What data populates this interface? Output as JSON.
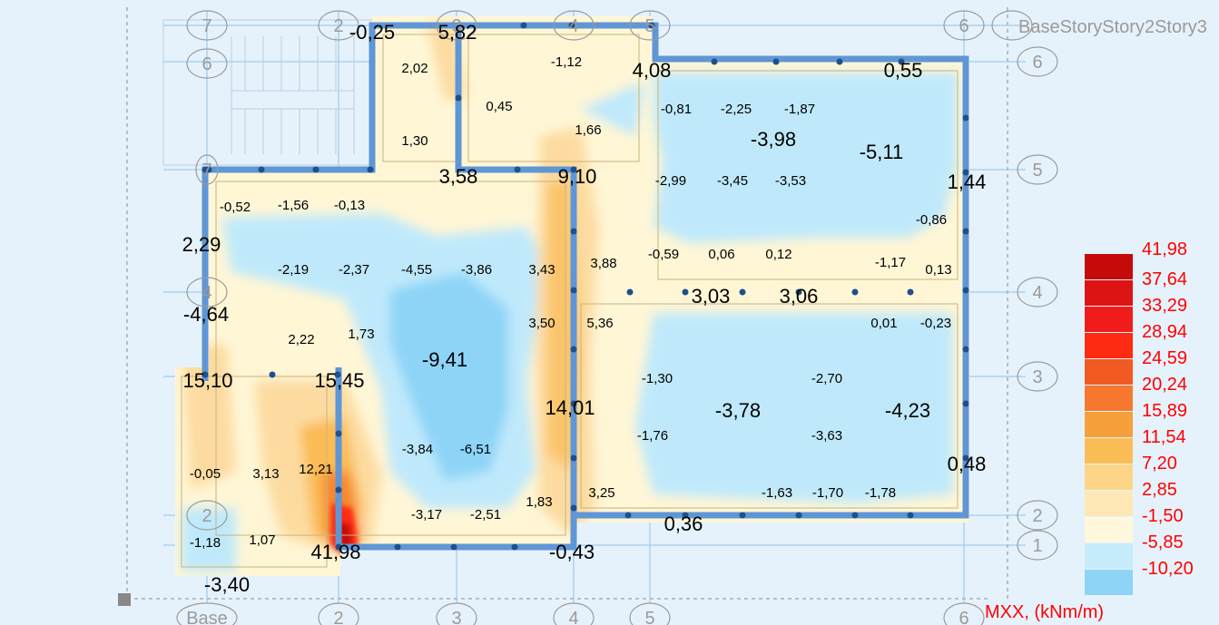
{
  "colors": {
    "background": "#e6f2fb",
    "grid": "#8fc3e8",
    "wall": "#5f96d6",
    "node": "#1f4f8c",
    "label_text": "#000000",
    "highlight_text": "#1a3cff",
    "legend_text": "#ff0000",
    "axis_label": "#9a9a9a"
  },
  "legend": {
    "title": "MXX, (kNm/m)",
    "entries": [
      {
        "value": "41,98",
        "color": "#c50a0a"
      },
      {
        "value": "37,64",
        "color": "#dd1414"
      },
      {
        "value": "33,29",
        "color": "#f01c1c"
      },
      {
        "value": "28,94",
        "color": "#ff2a12"
      },
      {
        "value": "24,59",
        "color": "#f25a24"
      },
      {
        "value": "20,24",
        "color": "#f5782e"
      },
      {
        "value": "15,89",
        "color": "#f6a03c"
      },
      {
        "value": "11,54",
        "color": "#fbbd55"
      },
      {
        "value": "7,20",
        "color": "#fdd587"
      },
      {
        "value": "2,85",
        "color": "#fde8b5"
      },
      {
        "value": "-1,50",
        "color": "#fff8dd"
      },
      {
        "value": "-5,85",
        "color": "#c6ecfb"
      },
      {
        "value": "-10,20",
        "color": "#8dd4f7"
      }
    ]
  },
  "axis_labels": {
    "top": [
      "7",
      "2",
      "3",
      "4",
      "5",
      "6"
    ],
    "top_right": "BaseStoryStory2Story3",
    "left": [
      "6",
      "4",
      "2"
    ],
    "left_extra": "7",
    "right": [
      "6",
      "5",
      "4",
      "3",
      "2",
      "1"
    ],
    "bottom": [
      "Base",
      "2",
      "3",
      "4",
      "5",
      "6"
    ]
  },
  "values": {
    "large": [
      "-0,25",
      "5,82",
      "4,08",
      "0,55",
      "3,58",
      "9,10",
      "1,44",
      "-5,11",
      "2,29",
      "-4,64",
      "3,03",
      "3,06",
      "15,10",
      "15,45",
      "-9,41",
      "14,01",
      "-3,78",
      "-4,23",
      "0,48",
      "0,36",
      "41,98",
      "-0,43",
      "-3,40"
    ],
    "highlight": "-3,98",
    "small": [
      "2,02",
      "-1,12",
      "0,45",
      "1,30",
      "1,66",
      "-0,81",
      "-2,25",
      "-1,87",
      "-2,99",
      "-3,45",
      "-3,53",
      "-0,52",
      "-1,56",
      "-0,13",
      "-0,86",
      "-2,19",
      "-2,37",
      "-4,55",
      "-3,86",
      "3,43",
      "3,88",
      "-0,59",
      "0,06",
      "0,12",
      "-1,17",
      "0,13",
      "2,22",
      "1,73",
      "3,50",
      "5,36",
      "0,01",
      "-0,23",
      "-1,30",
      "-2,70",
      "-3,84",
      "-6,51",
      "-1,76",
      "-3,63",
      "-0,05",
      "3,13",
      "12,21",
      "1,83",
      "3,25",
      "-1,63",
      "-1,70",
      "-1,78",
      "-3,17",
      "-2,51",
      "-1,18",
      "1,07"
    ]
  }
}
